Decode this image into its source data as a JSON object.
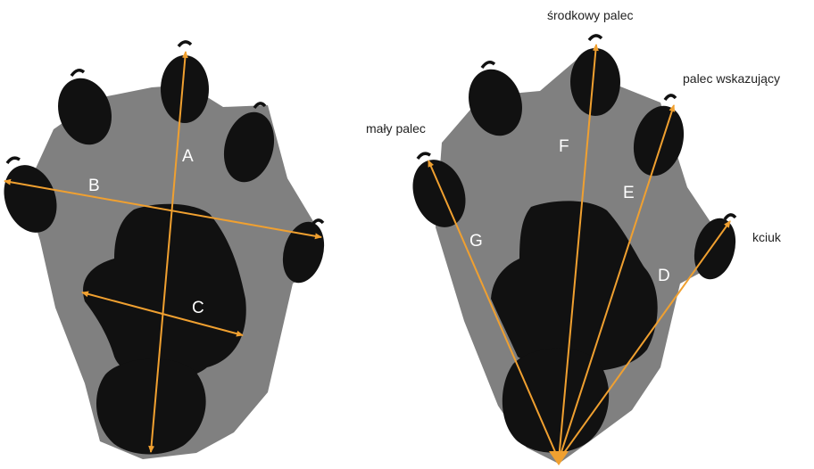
{
  "colors": {
    "background": "#ffffff",
    "paw_fill": "#808080",
    "pad_fill": "#111111",
    "arrow": "#f0a030",
    "measure_letter": "#ffffff",
    "label_text": "#222222"
  },
  "left_print": {
    "measures": [
      {
        "letter": "A"
      },
      {
        "letter": "B"
      },
      {
        "letter": "C"
      }
    ]
  },
  "right_print": {
    "measures": [
      {
        "letter": "F"
      },
      {
        "letter": "E"
      },
      {
        "letter": "G"
      },
      {
        "letter": "D"
      }
    ],
    "toe_labels": {
      "middle": "środkowy palec",
      "index": "palec wskazujący",
      "little": "mały palec",
      "thumb": "kciuk"
    }
  }
}
